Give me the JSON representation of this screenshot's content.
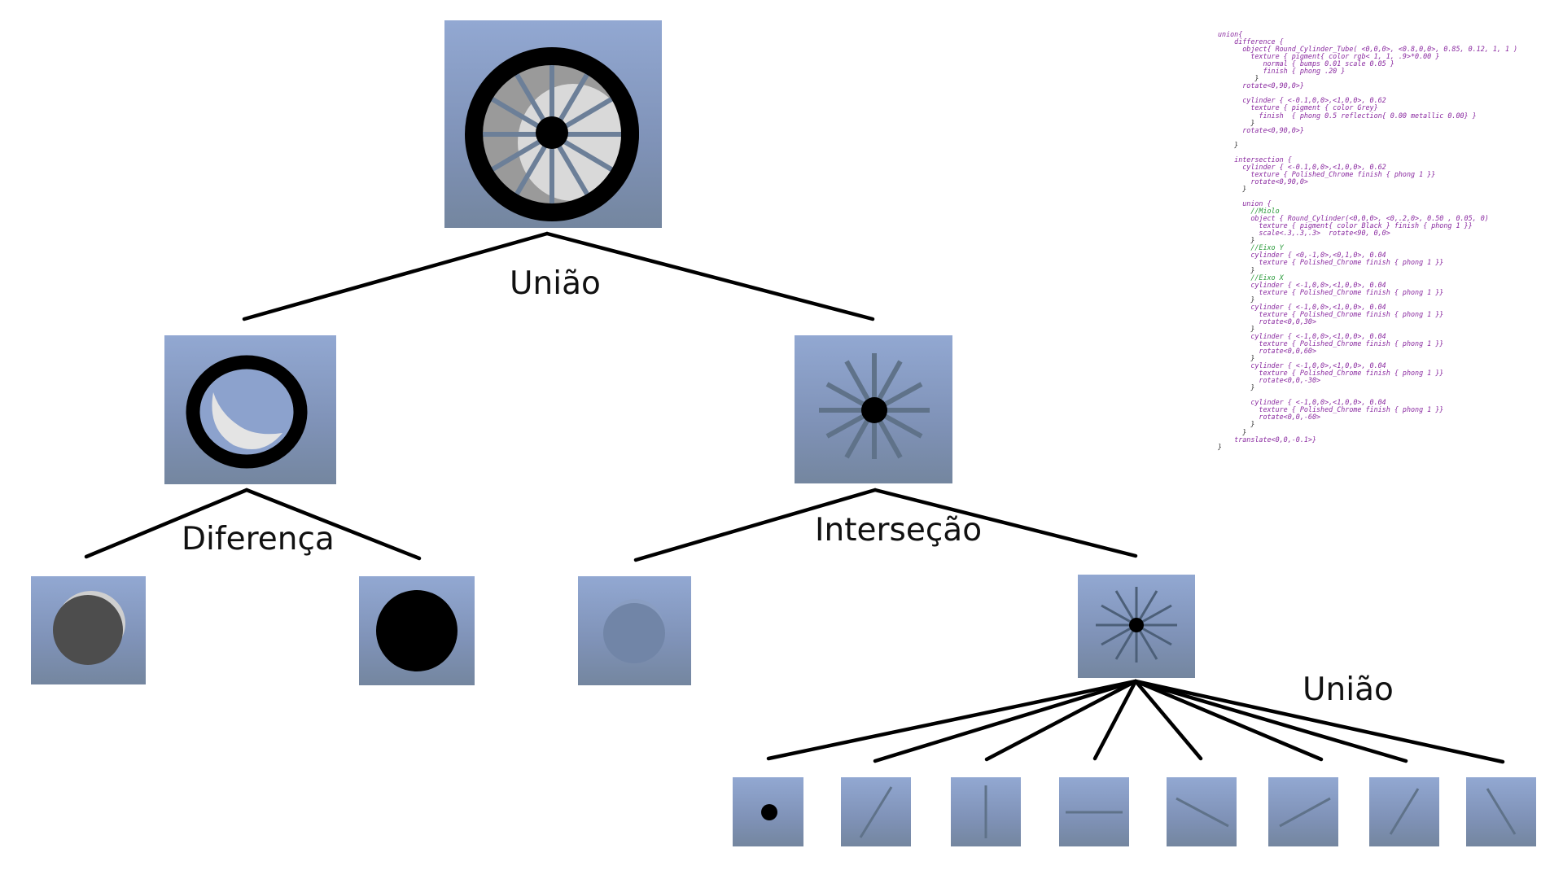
{
  "labels": {
    "union_top": "União",
    "difference": "Diferença",
    "intersection": "Interseção",
    "union_bottom": "União"
  },
  "colors": {
    "node_background": "#8a9ec7",
    "tire": "#000000",
    "spoke": "#5f7289",
    "edge": "#000000"
  },
  "code_lines": [
    "union{",
    "    difference {",
    "      object{ Round_Cylinder_Tube( <0,0,0>, <0.8,0,0>, 0.85, 0.12, 1, 1 )",
    "        texture { pigment{ color rgb< 1, 1, .9>*0.00 }",
    "           normal { bumps 0.01 scale 0.05 }",
    "           finish { phong .20 }",
    "         }",
    "      rotate<0,90,0>}",
    "",
    "      cylinder { <-0.1,0,0>,<1,0,0>, 0.62",
    "        texture { pigment { color Grey}",
    "          finish  { phong 0.5 reflection{ 0.00 metallic 0.00} }",
    "        }",
    "      rotate<0,90,0>}",
    "",
    "    }",
    "",
    "    intersection {",
    "      cylinder { <-0.1,0,0>,<1,0,0>, 0.62",
    "        texture { Polished_Chrome finish { phong 1 }}",
    "        rotate<0,90,0>",
    "      }",
    "",
    "      union {",
    "        //Miolo",
    "        object { Round_Cylinder(<0,0,0>, <0,.2,0>, 0.50 , 0.05, 0)",
    "          texture { pigment{ color Black } finish { phong 1 }}",
    "          scale<.3,.3,.3>  rotate<90, 0,0>",
    "        }",
    "        //Eixo Y",
    "        cylinder { <0,-1,0>,<0,1,0>, 0.04",
    "          texture { Polished_Chrome finish { phong 1 }}",
    "        }",
    "        //Eixo X",
    "        cylinder { <-1,0,0>,<1,0,0>, 0.04",
    "          texture { Polished_Chrome finish { phong 1 }}",
    "        }",
    "        cylinder { <-1,0,0>,<1,0,0>, 0.04",
    "          texture { Polished_Chrome finish { phong 1 }}",
    "          rotate<0,0,30>",
    "        }",
    "        cylinder { <-1,0,0>,<1,0,0>, 0.04",
    "          texture { Polished_Chrome finish { phong 1 }}",
    "          rotate<0,0,60>",
    "        }",
    "        cylinder { <-1,0,0>,<1,0,0>, 0.04",
    "          texture { Polished_Chrome finish { phong 1 }}",
    "          rotate<0,0,-30>",
    "        }",
    "",
    "        cylinder { <-1,0,0>,<1,0,0>, 0.04",
    "          texture { Polished_Chrome finish { phong 1 }}",
    "          rotate<0,0,-60>",
    "        }",
    "      }",
    "    translate<0,0,-0.1>}",
    "}"
  ]
}
